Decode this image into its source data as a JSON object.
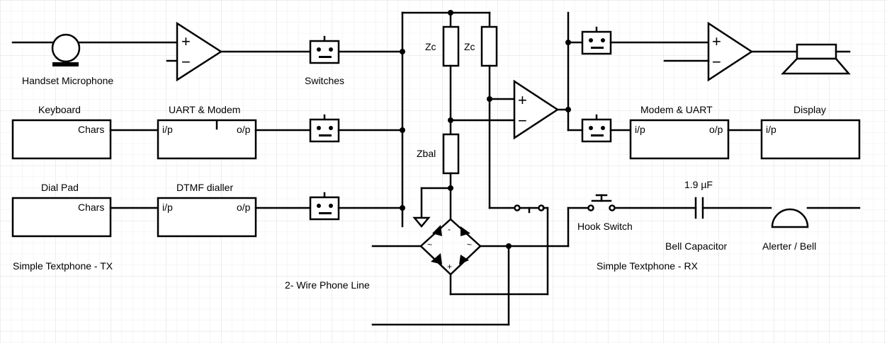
{
  "labels": {
    "handset_microphone": "Handset Microphone",
    "switches": "Switches",
    "keyboard": "Keyboard",
    "uart_modem": "UART & Modem",
    "dial_pad": "Dial Pad",
    "dtmf_dialler": "DTMF dialler",
    "simple_tx": "Simple Textphone - TX",
    "two_wire": "2- Wire Phone Line",
    "zc_1": "Zc",
    "zc_2": "Zc",
    "zbal": "Zbal",
    "modem_uart": "Modem & UART",
    "display": "Display",
    "hook_switch": "Hook Switch",
    "bell_capacitor": "Bell Capacitor",
    "capacitor_value": "1.9 µF",
    "alerter_bell": "Alerter / Bell",
    "simple_rx": "Simple Textphone - RX"
  },
  "ports": {
    "chars": "Chars",
    "ip": "i/p",
    "op": "o/p"
  },
  "opamp": {
    "plus": "+",
    "minus": "−"
  },
  "bridge": {
    "plus": "+",
    "minus": "-",
    "ac": "~"
  },
  "colors": {
    "grid": "#e6e6e6",
    "grid_major": "#d9d9d9",
    "ink": "#000000"
  }
}
